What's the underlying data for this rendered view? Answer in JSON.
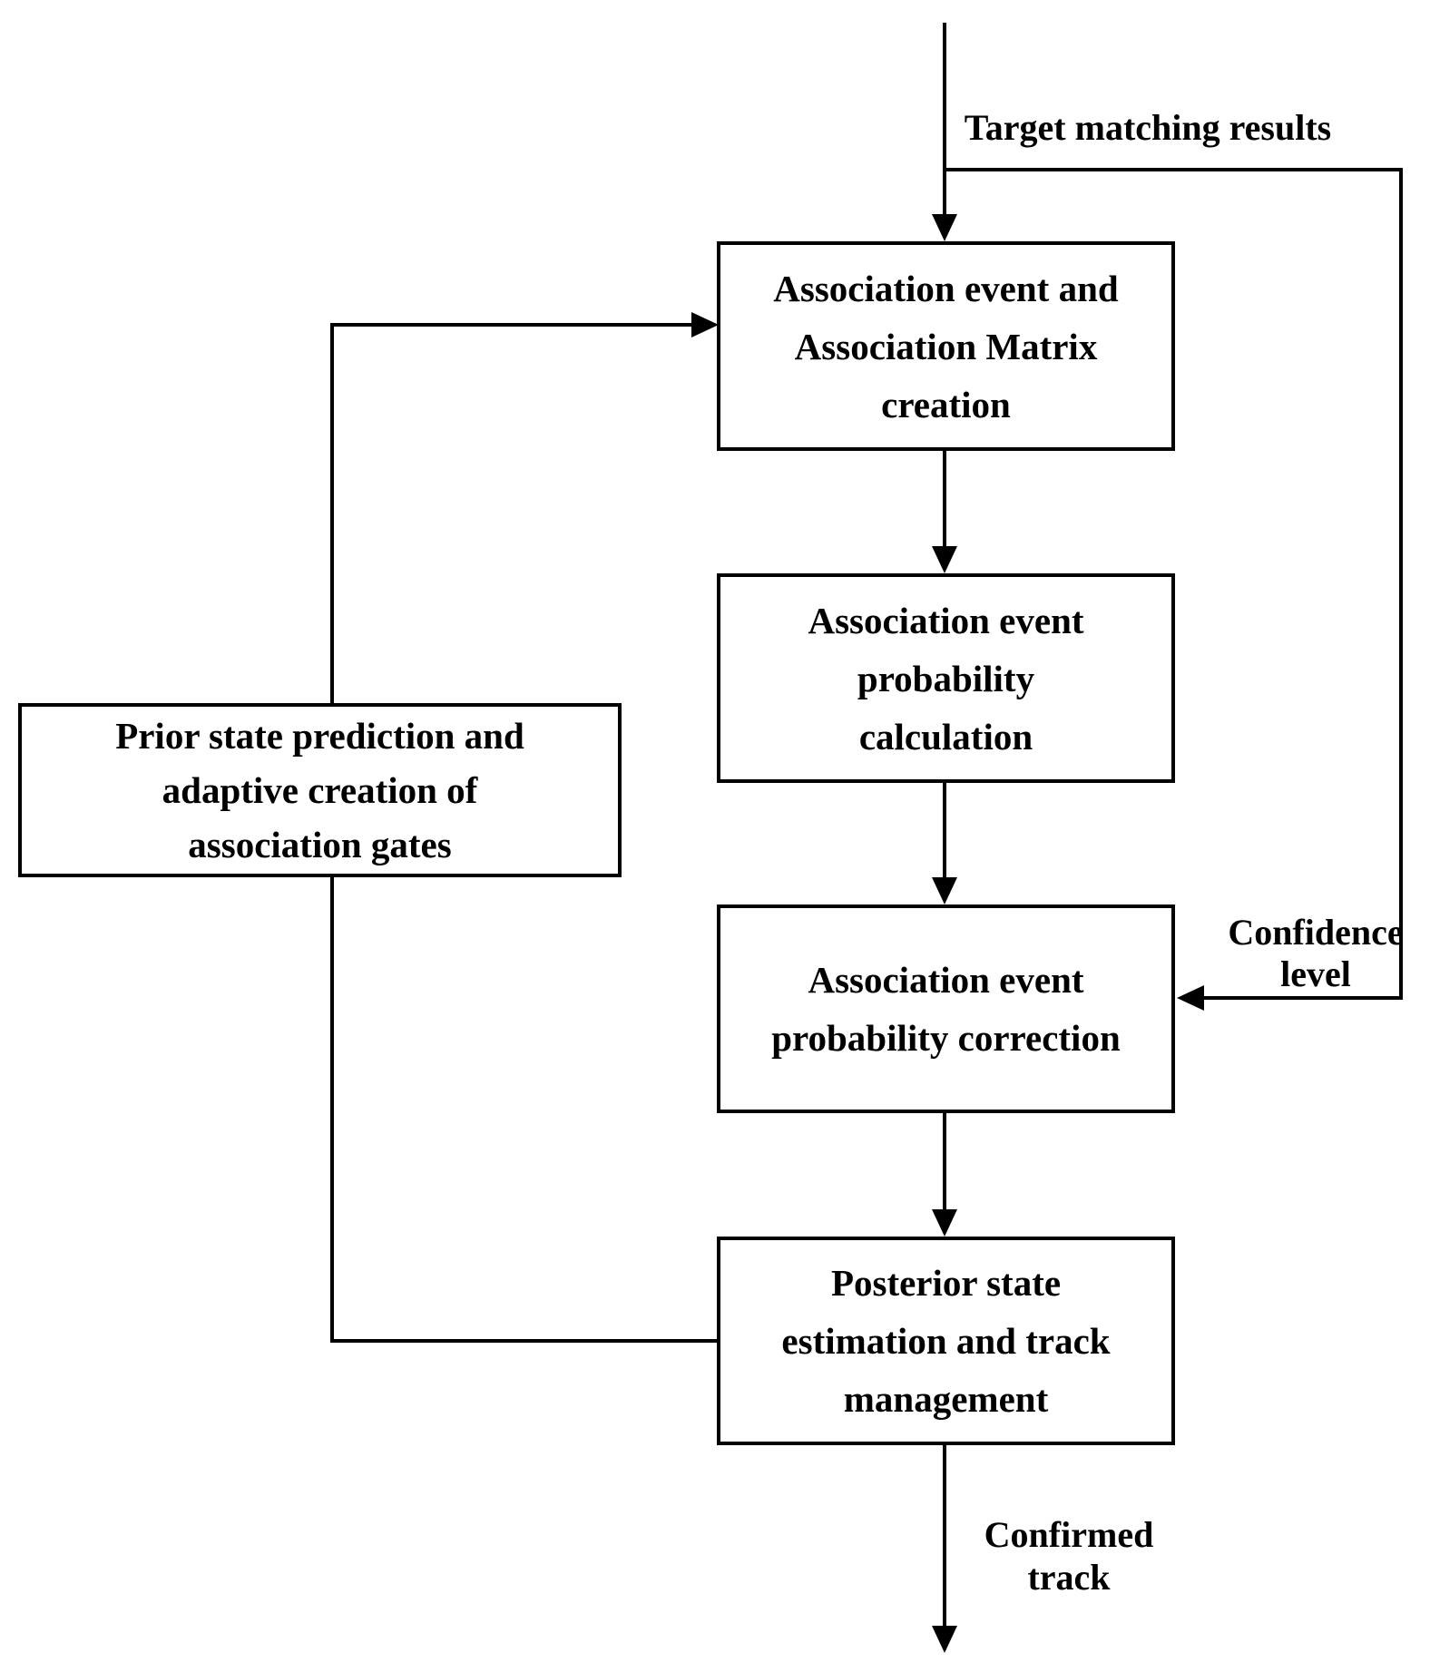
{
  "diagram": {
    "nodes": [
      {
        "id": "association-event-matrix-creation",
        "lines": [
          "Association event and",
          "Association Matrix",
          "creation"
        ]
      },
      {
        "id": "association-event-probability-calculation",
        "lines": [
          "Association event",
          "probability",
          "calculation"
        ]
      },
      {
        "id": "association-event-probability-correction",
        "lines": [
          "Association event",
          "probability correction"
        ]
      },
      {
        "id": "posterior-state-estimation-track-management",
        "lines": [
          "Posterior state",
          "estimation and track",
          "management"
        ]
      },
      {
        "id": "prior-state-prediction-association-gates",
        "lines": [
          "Prior state prediction and",
          "adaptive creation of",
          "association gates"
        ]
      }
    ],
    "edge_labels": [
      {
        "id": "target-matching-results",
        "lines": [
          "Target matching results"
        ]
      },
      {
        "id": "confidence-level",
        "lines": [
          "Confidence",
          "level"
        ]
      },
      {
        "id": "confirmed-track",
        "lines": [
          "Confirmed",
          "track"
        ]
      }
    ],
    "colors": {
      "stroke": "#000000",
      "background": "#ffffff",
      "node_fill": "#ffffff"
    }
  }
}
